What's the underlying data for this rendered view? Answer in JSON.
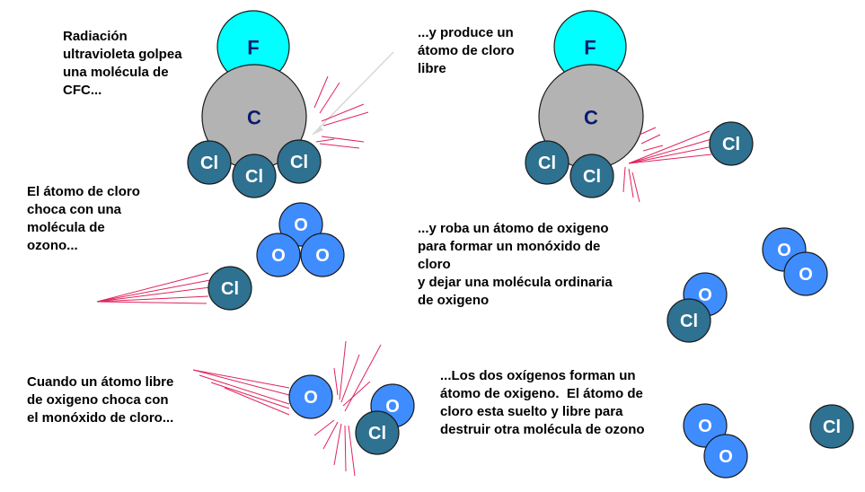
{
  "captions": {
    "p1": "Radiación\nultravioleta golpea\nuna molécula de\nCFC...",
    "p2": "...y produce un\nátomo de cloro\nlibre",
    "p3": "El átomo de cloro\nchoca con una\nmolécula de\nozono...",
    "p4": "...y roba un átomo de oxigeno\npara formar un monóxido de\ncloro\ny dejar una molécula ordinaria\nde oxigeno",
    "p5": "Cuando un átomo libre\nde oxigeno choca con\nel monóxido de cloro...",
    "p6": "...Los dos oxígenos forman un\nátomo de oxigeno.  El átomo de\ncloro esta suelto y libre para\ndestruir otra molécula de ozono"
  },
  "labels": {
    "F": "F",
    "C": "C",
    "Cl": "Cl",
    "O": "O"
  },
  "colors": {
    "fluorine": "#00ffff",
    "carbon": "#b3b3b3",
    "chlorine": "#2e7191",
    "oxygen": "#3f8cff",
    "atom_stroke": "#1a1a1a",
    "fc_text": "#0a1a70",
    "cl_o_text": "#ffffff",
    "motion_lines": "#e0245e",
    "uv_ray": "#d8d8d8"
  }
}
